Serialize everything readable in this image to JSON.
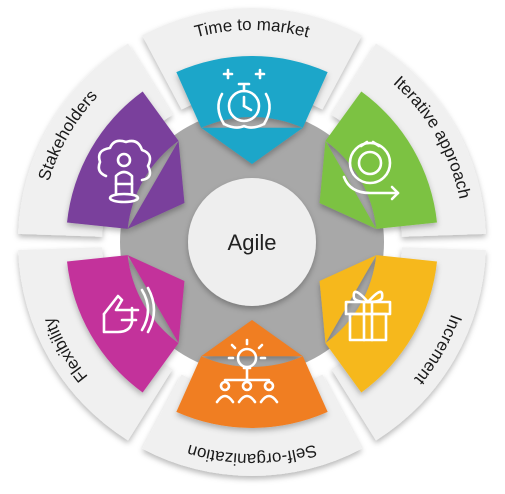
{
  "center": {
    "label": "Agile",
    "color": "#eeeeee"
  },
  "ring_color": "#a8a8a8",
  "label_band_color": "#f0f0f0",
  "segments": [
    {
      "key": "time",
      "label": "Time to market",
      "color": "#1aa6c9",
      "icon": "stopwatch-laurel-icon"
    },
    {
      "key": "iterative",
      "label": "Iterative approach",
      "color": "#7cc242",
      "icon": "cycle-arrow-icon"
    },
    {
      "key": "increment",
      "label": "Increment",
      "color": "#f6b81a",
      "icon": "gift-box-icon"
    },
    {
      "key": "selforg",
      "label": "Self-organization",
      "color": "#f07e20",
      "icon": "team-idea-icon"
    },
    {
      "key": "flex",
      "label": "Flexibility",
      "color": "#c3339b",
      "icon": "flexible-hand-icon"
    },
    {
      "key": "stake",
      "label": "Stakeholders",
      "color": "#7a3f9c",
      "icon": "brain-person-icon"
    }
  ]
}
